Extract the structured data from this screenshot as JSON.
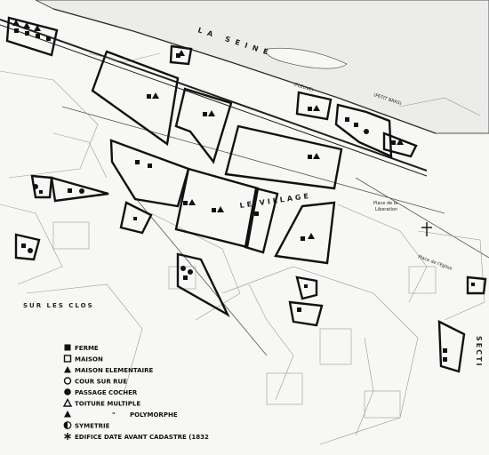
{
  "map": {
    "river_name": "LA SEINE",
    "river_sub_1": "(FLEUVE)",
    "river_sub_2": "(PETIT BRAS)",
    "village_label": "LE VILLAGE",
    "area_label": "SUR LES CLOS",
    "edge_label": "SECTI",
    "place_label_1": "Place de la",
    "place_label_2": "Liberation",
    "place_label_3": "Place de l'Eglise"
  },
  "legend": {
    "items": [
      {
        "symbol": "filled-square-icon",
        "label": "FERME"
      },
      {
        "symbol": "open-square-icon",
        "label": "MAISON"
      },
      {
        "symbol": "filled-triangle-icon",
        "label": "MAISON ELEMENTAIRE"
      },
      {
        "symbol": "open-circle-icon",
        "label": "COUR SUR RUE"
      },
      {
        "symbol": "filled-circle-icon",
        "label": "PASSAGE COCHER"
      },
      {
        "symbol": "open-triangle-icon",
        "label": "TOITURE MULTIPLE"
      },
      {
        "symbol": "filled-triangle-icon",
        "label": "POLYMORPHE",
        "prefix": "\""
      },
      {
        "symbol": "half-circle-icon",
        "label": "SYMETRIE"
      },
      {
        "symbol": "asterisk-icon",
        "label": "EDIFICE DATE AVANT CADASTRE (1832"
      }
    ]
  },
  "colors": {
    "ink": "#111111",
    "paper": "#f7f7f5",
    "river": "#e9e9e7"
  }
}
